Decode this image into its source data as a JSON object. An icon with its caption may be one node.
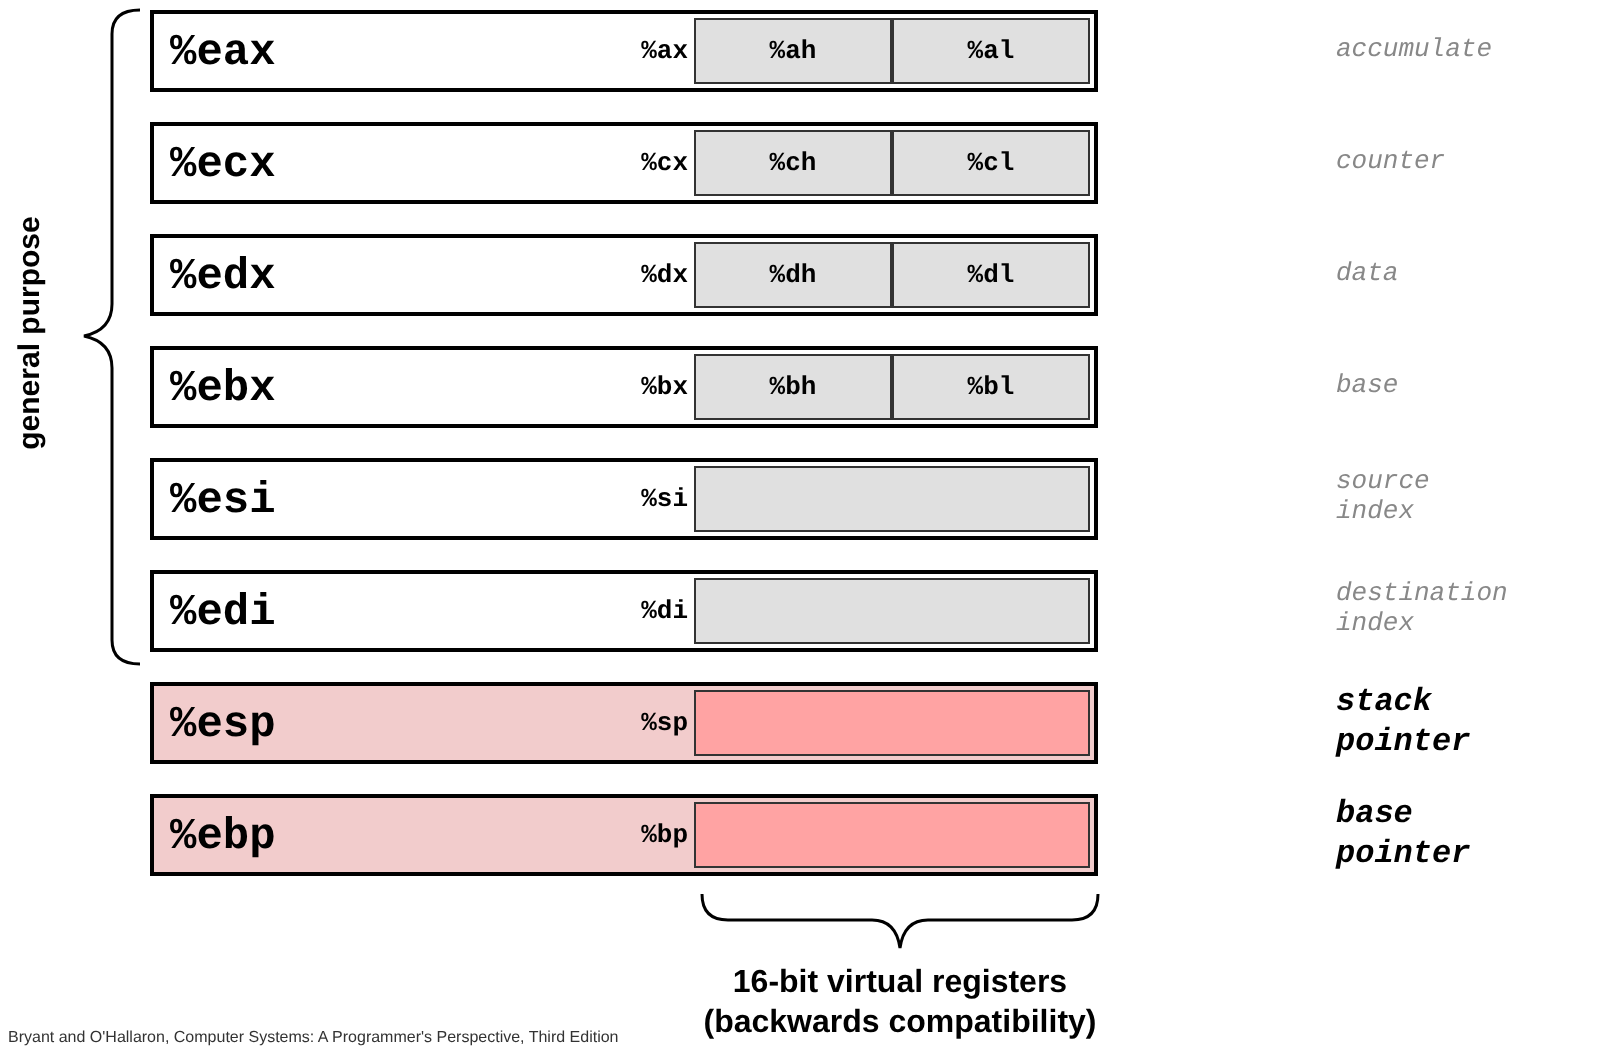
{
  "diagram": {
    "nodes": [
      {
        "text": [
          "%eax",
          "%ax"
        ]
      },
      {
        "text": [
          "%ah"
        ],
        "in": 0
      },
      {
        "text": [
          "%al"
        ],
        "in": 0
      },
      {
        "text": [
          "%ecx",
          "%cx"
        ]
      },
      {
        "text": [
          "%ch"
        ],
        "in": 3
      },
      {
        "text": [
          "%cl"
        ],
        "in": 3
      },
      {
        "text": [
          "%edx",
          "%dx"
        ]
      },
      {
        "text": [
          "%dh"
        ],
        "in": 6
      },
      {
        "text": [
          "%dl"
        ],
        "in": 6
      },
      {
        "text": [
          "%ebx",
          "%bx"
        ]
      },
      {
        "text": [
          "%bh"
        ],
        "in": 9
      },
      {
        "text": [
          "%bl"
        ],
        "in": 9
      },
      {
        "text": [
          "%esi",
          "%si"
        ]
      },
      {
        "text": [],
        "shape": "box",
        "in": 12
      },
      {
        "text": [
          "%edi",
          "%di"
        ]
      },
      {
        "text": [],
        "shape": "box",
        "in": 14
      },
      {
        "text": [
          "%esp",
          "%sp"
        ]
      },
      {
        "text": [],
        "shape": "box",
        "in": 16
      },
      {
        "text": [
          "%ebp",
          "%bp"
        ]
      },
      {
        "text": [],
        "shape": "box",
        "in": 18
      }
    ],
    "labels": [
      "general purpose",
      "accumulate",
      "counter",
      "data",
      "base",
      "source index",
      "destination index",
      "stack pointer",
      "base pointer",
      "16-bit virtual registers (backwards compatibility)",
      "Bryant and O'Hallaron, Computer Systems: A Programmer's Perspective, Third Edition"
    ]
  }
}
